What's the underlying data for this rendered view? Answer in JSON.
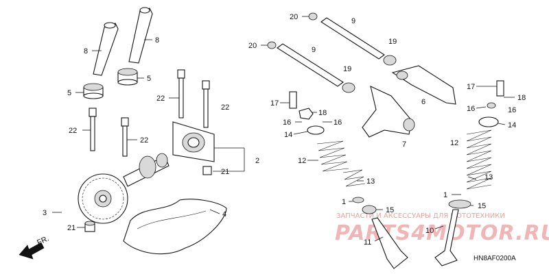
{
  "diagram": {
    "code": "HN8AF0200A",
    "direction_label": "FR.",
    "watermark_top": "ЗАПЧАСТИ И АКСЕССУАРЫ ДЛЯ МОТОТЕХНИКИ",
    "watermark_brand": "PARTS4MOTOR.RU"
  },
  "callouts": {
    "c8a": "8",
    "c8b": "8",
    "c5a": "5",
    "c5b": "5",
    "c22a": "22",
    "c22b": "22",
    "c22c": "22",
    "c22d": "22",
    "c3": "3",
    "c21a": "21",
    "c21b": "21",
    "c4": "4",
    "c2": "2",
    "c20a": "20",
    "c20b": "20",
    "c9a": "9",
    "c9b": "9",
    "c19a": "19",
    "c19b": "19",
    "c17a": "17",
    "c18a": "18",
    "c16a": "16",
    "c16b": "16",
    "c14a": "14",
    "c12a": "12",
    "c13a": "13",
    "c1a": "1",
    "c15a": "15",
    "c11": "11",
    "c7": "7",
    "c6": "6",
    "c17b": "17",
    "c18b": "18",
    "c16c": "16",
    "c16d": "16",
    "c14b": "14",
    "c12b": "12",
    "c13b": "13",
    "c1b": "1",
    "c15b": "15",
    "c10": "10"
  }
}
